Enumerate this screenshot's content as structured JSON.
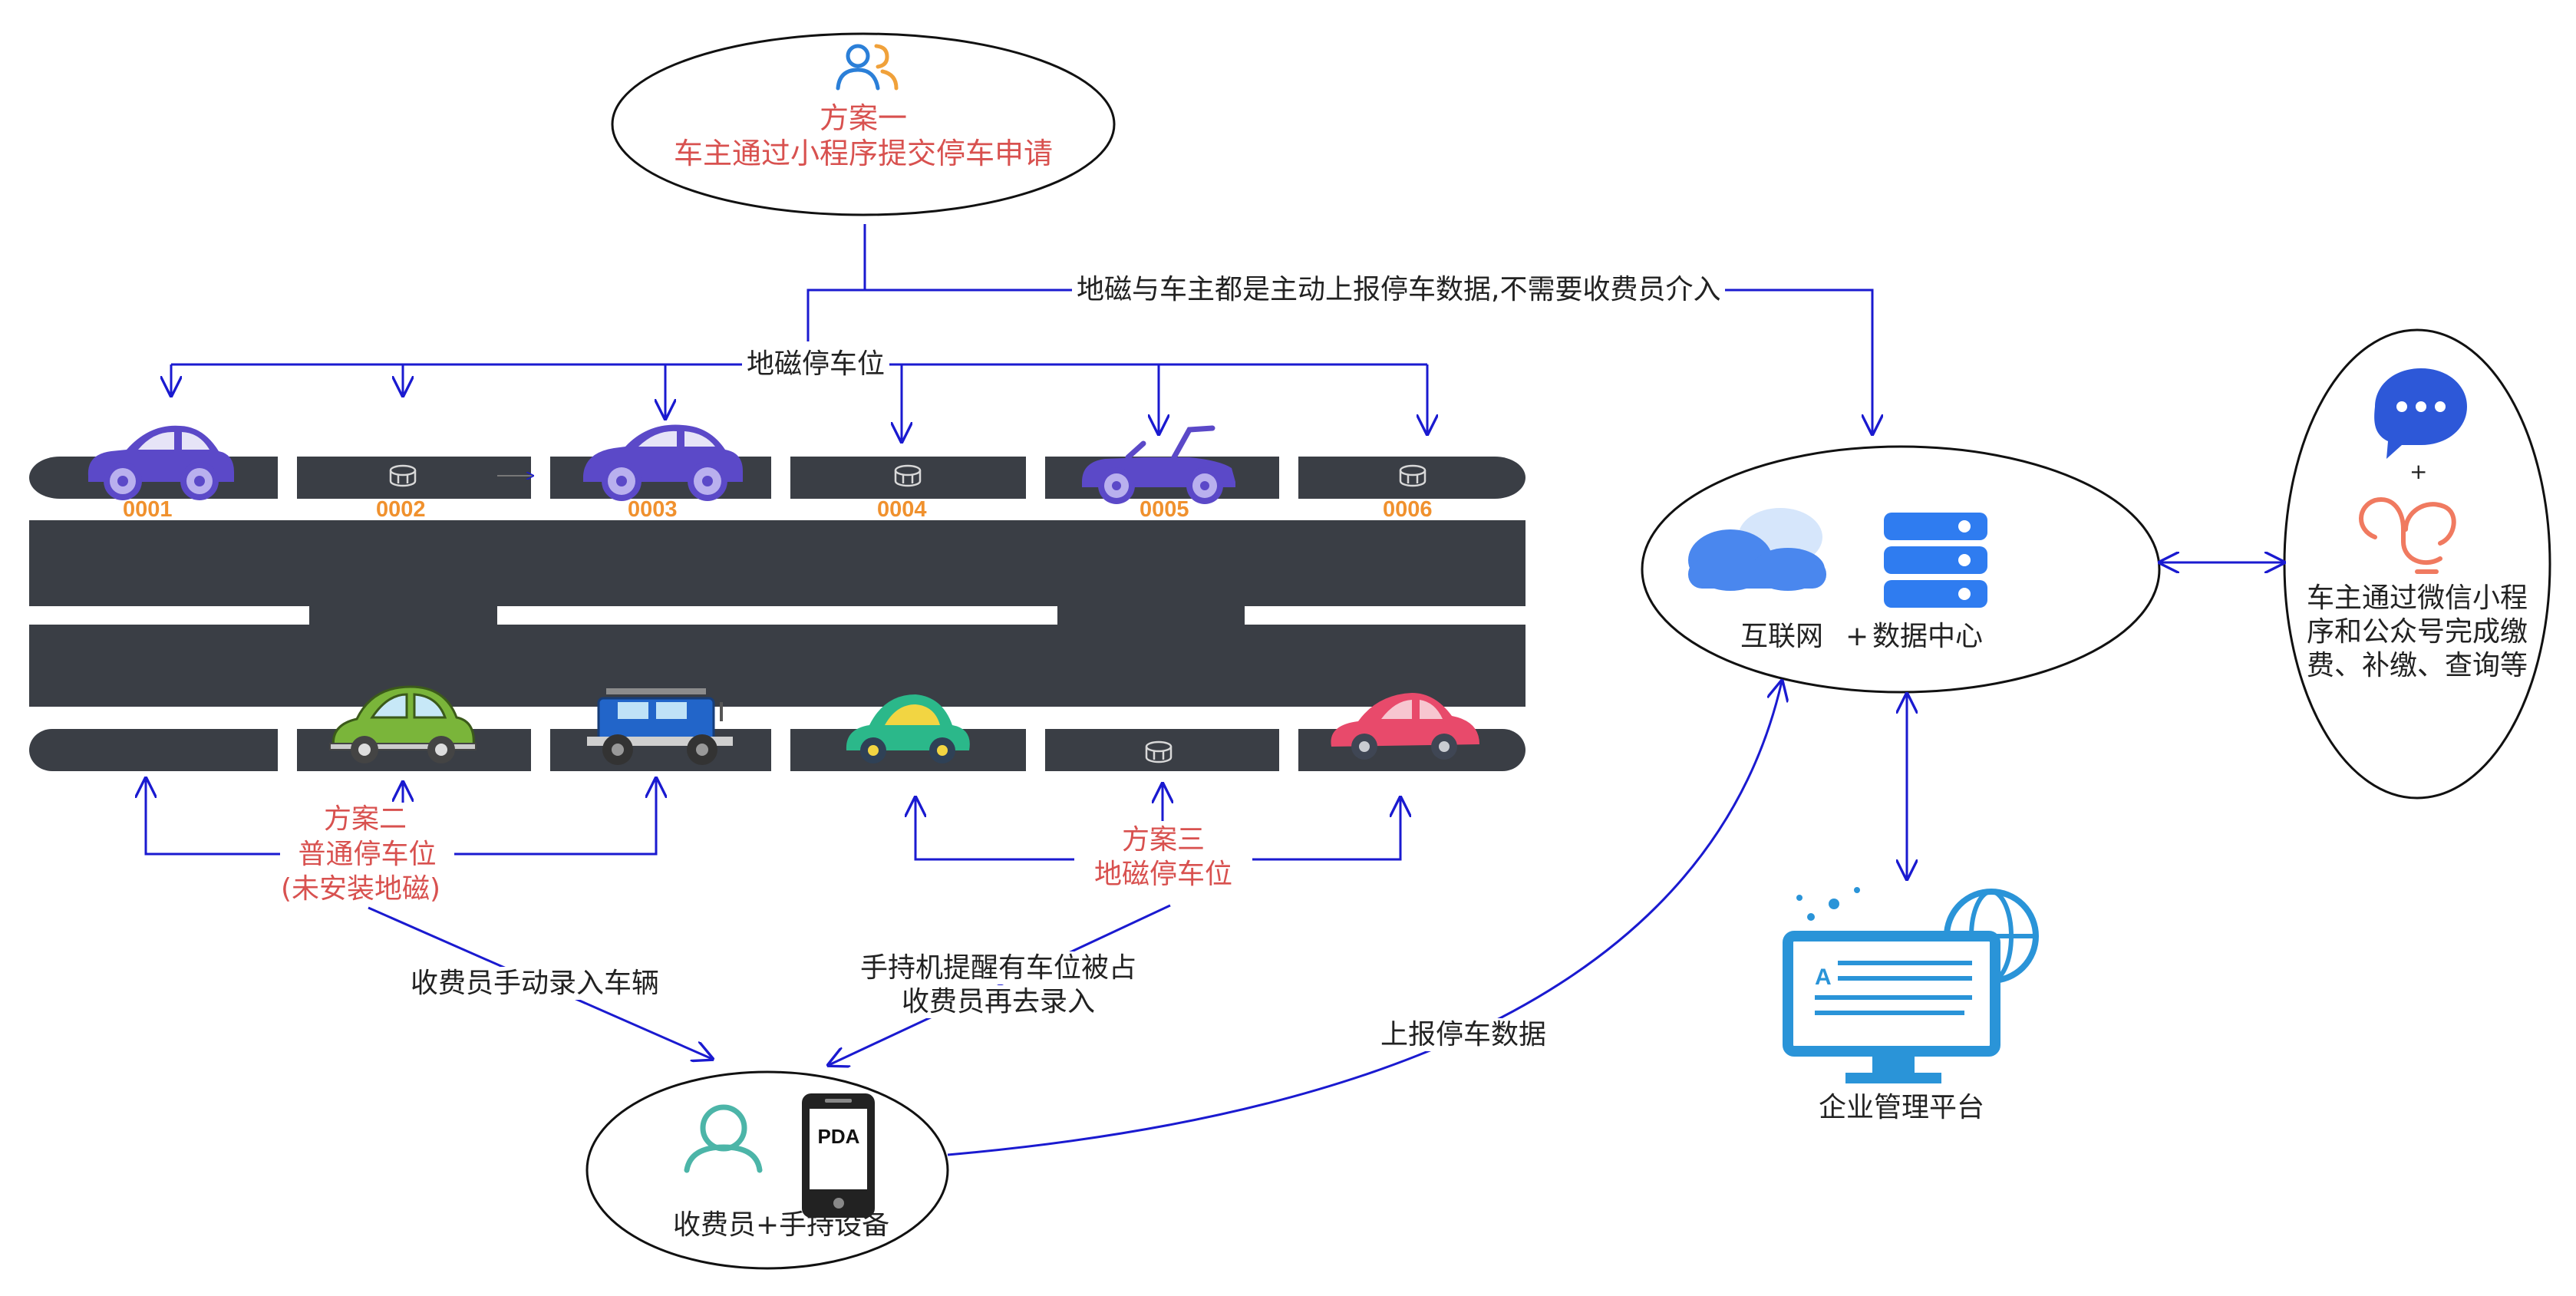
{
  "scheme1": {
    "title": "方案一",
    "text": "车主通过小程序提交停车申请"
  },
  "flow_top": "地磁与车主都是主动上报停车数据,不需要收费员介入",
  "geomag_spots_label": "地磁停车位",
  "spots": [
    "0001",
    "0002",
    "0003",
    "0004",
    "0005",
    "0006"
  ],
  "scheme2": {
    "title": "方案二",
    "line1": "普通停车位",
    "line2": "(未安装地磁)"
  },
  "scheme3": {
    "title": "方案三",
    "line1": "地磁停车位"
  },
  "collector_manual": "收费员手动录入车辆",
  "pda_reminder": {
    "line1": "手持机提醒有车位被占",
    "line2": "收费员再去录入"
  },
  "collector_device": {
    "label": "收费员+手持设备",
    "pda_text": "PDA"
  },
  "report_data": "上报停车数据",
  "cloud_center": {
    "internet": "互联网",
    "plus": "+",
    "data_center": "数据中心"
  },
  "enterprise_platform": "企业管理平台",
  "wechat": {
    "plus": "+",
    "line1": "车主通过微信小程",
    "line2": "序和公众号完成缴",
    "line3": "费、补缴、查询等"
  },
  "colors": {
    "arrow": "#1a1ad0",
    "road": "#3a3e45",
    "scheme_text": "#d8514f",
    "spot_number": "#f0912e",
    "cloud": "#4a87ee",
    "server": "#2f7cf0"
  }
}
